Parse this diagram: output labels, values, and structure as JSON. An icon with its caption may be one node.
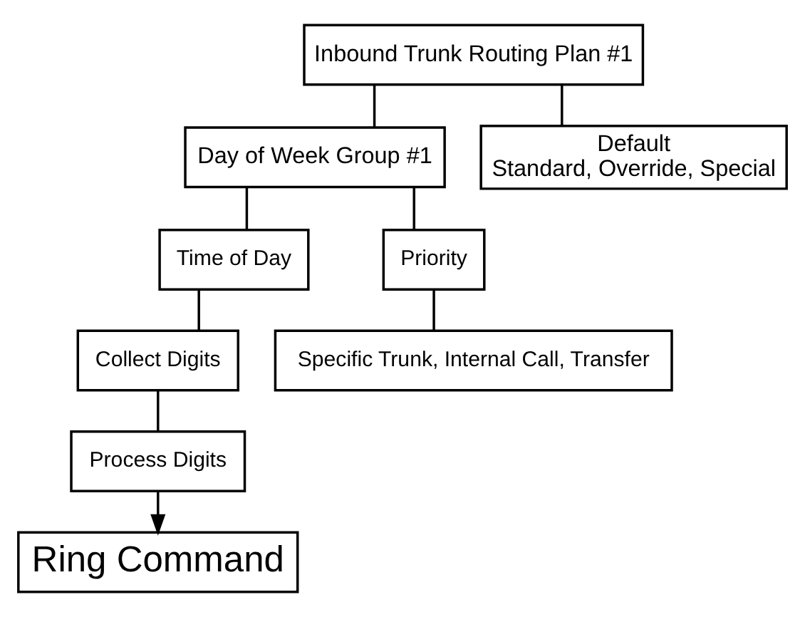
{
  "diagram": {
    "nodes": [
      {
        "text": [
          "Inbound Trunk Routing Plan #1"
        ]
      },
      {
        "text": [
          "Day of Week Group #1"
        ]
      },
      {
        "text": [
          "Default",
          "Standard, Override, Special"
        ]
      },
      {
        "text": [
          "Time of Day"
        ]
      },
      {
        "text": [
          "Priority"
        ]
      },
      {
        "text": [
          "Collect Digits"
        ]
      },
      {
        "text": [
          "Specific Trunk, Internal Call, Transfer"
        ]
      },
      {
        "text": [
          "Process Digits"
        ]
      },
      {
        "text": [
          "Ring Command"
        ]
      }
    ],
    "edges": [
      {
        "from": 0,
        "to": 1,
        "arrow": "none"
      },
      {
        "from": 0,
        "to": 2,
        "arrow": "none"
      },
      {
        "from": 1,
        "to": 3,
        "arrow": "none"
      },
      {
        "from": 1,
        "to": 4,
        "arrow": "none"
      },
      {
        "from": 3,
        "to": 5,
        "arrow": "none"
      },
      {
        "from": 4,
        "to": 6,
        "arrow": "none"
      },
      {
        "from": 5,
        "to": 7,
        "arrow": "none"
      },
      {
        "from": 7,
        "to": 8,
        "arrow": "to"
      }
    ]
  }
}
